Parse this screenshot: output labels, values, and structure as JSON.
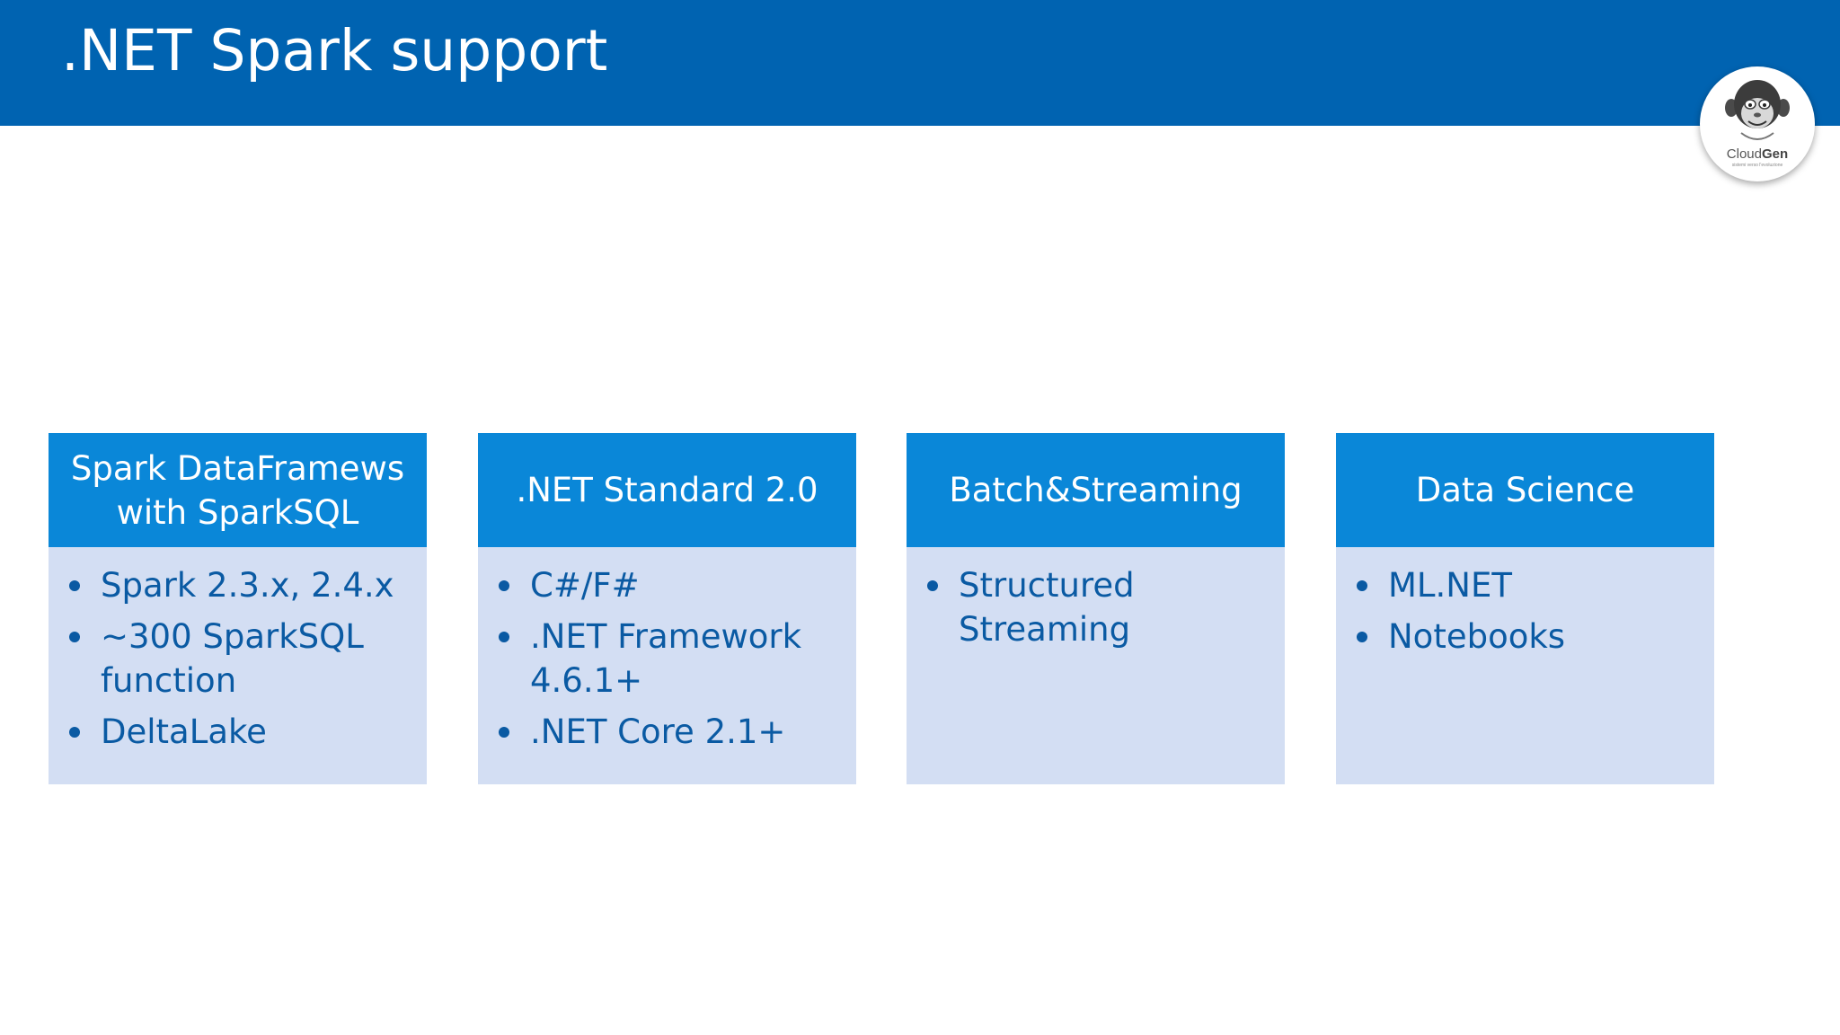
{
  "slide": {
    "title": ".NET Spark support"
  },
  "logo": {
    "icon": "monkey-logo-icon",
    "brand_left": "Cloud",
    "brand_right": "Gen",
    "tagline": "sistemi verso l'evoluzione"
  },
  "colors": {
    "title_bar": "#0063b1",
    "card_header": "#0a87d8",
    "card_body": "#d3def3",
    "bullet_text": "#0a5aa3"
  },
  "cards": [
    {
      "header_line1": "Spark DataFramews",
      "header_line2": "with SparkSQL",
      "items": [
        "Spark 2.3.x, 2.4.x",
        "~300 SparkSQL function",
        "DeltaLake"
      ]
    },
    {
      "header_line1": ".NET Standard 2.0",
      "header_line2": "",
      "items": [
        "C#/F#",
        ".NET Framework 4.6.1+",
        ".NET Core 2.1+"
      ]
    },
    {
      "header_line1": "Batch&Streaming",
      "header_line2": "",
      "items": [
        "Structured Streaming"
      ]
    },
    {
      "header_line1": "Data Science",
      "header_line2": "",
      "items": [
        "ML.NET",
        "Notebooks"
      ]
    }
  ]
}
